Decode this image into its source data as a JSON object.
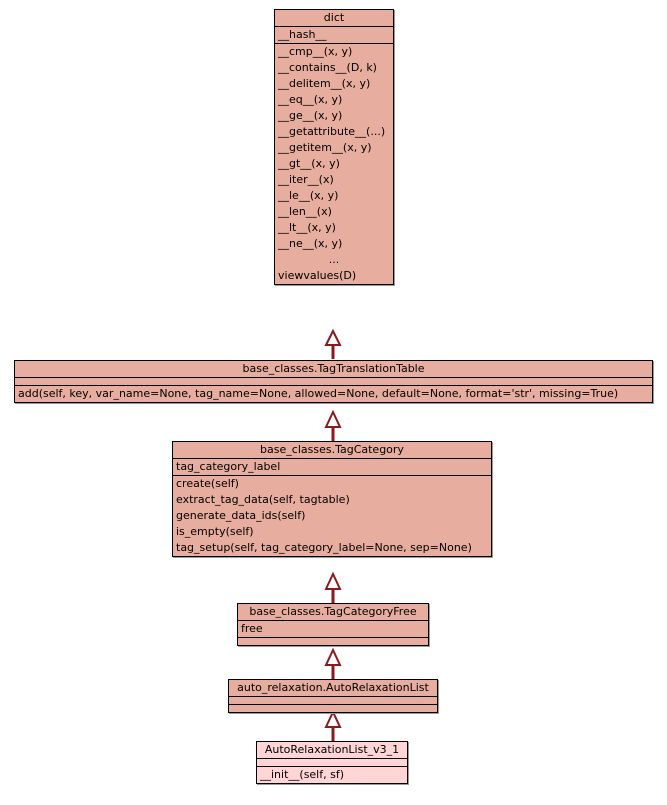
{
  "diagram": {
    "type": "uml-class-inheritance",
    "background": "#ffffff",
    "node_fill": "#e7ad9e",
    "leaf_fill": "#ffd5d5",
    "border_color": "#000000",
    "edge_color": "#8b1a1a",
    "classes": [
      {
        "id": "dict",
        "name": "dict",
        "attributes": [
          "__hash__"
        ],
        "methods": [
          "__cmp__(x, y)",
          "__contains__(D, k)",
          "__delitem__(x, y)",
          "__eq__(x, y)",
          "__ge__(x, y)",
          "__getattribute__(...)",
          "__getitem__(x, y)",
          "__gt__(x, y)",
          "__iter__(x)",
          "__le__(x, y)",
          "__len__(x)",
          "__lt__(x, y)",
          "__ne__(x, y)",
          "...",
          "viewvalues(D)"
        ]
      },
      {
        "id": "tagtranslationtable",
        "name": "base_classes.TagTranslationTable",
        "attributes": [],
        "methods": [
          "add(self, key, var_name=None, tag_name=None, allowed=None, default=None, format='str', missing=True)"
        ]
      },
      {
        "id": "tagcategory",
        "name": "base_classes.TagCategory",
        "attributes": [
          "tag_category_label"
        ],
        "methods": [
          "create(self)",
          "extract_tag_data(self, tagtable)",
          "generate_data_ids(self)",
          "is_empty(self)",
          "tag_setup(self, tag_category_label=None, sep=None)"
        ]
      },
      {
        "id": "tagcategoryfree",
        "name": "base_classes.TagCategoryFree",
        "attributes": [
          "free"
        ],
        "methods": []
      },
      {
        "id": "autorelaxationlist",
        "name": "auto_relaxation.AutoRelaxationList",
        "attributes": [],
        "methods": []
      },
      {
        "id": "autorelaxationlist_v3_1",
        "name": "AutoRelaxationList_v3_1",
        "attributes": [],
        "methods": [
          "__init__(self, sf)"
        ],
        "leaf": true
      }
    ],
    "edges": [
      {
        "from": "tagtranslationtable",
        "to": "dict",
        "kind": "generalization"
      },
      {
        "from": "tagcategory",
        "to": "tagtranslationtable",
        "kind": "generalization"
      },
      {
        "from": "tagcategoryfree",
        "to": "tagcategory",
        "kind": "generalization"
      },
      {
        "from": "autorelaxationlist",
        "to": "tagcategoryfree",
        "kind": "generalization"
      },
      {
        "from": "autorelaxationlist_v3_1",
        "to": "autorelaxationlist",
        "kind": "generalization"
      }
    ]
  }
}
